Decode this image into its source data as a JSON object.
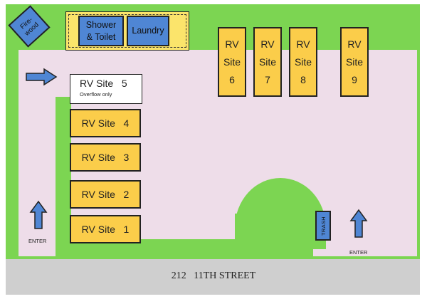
{
  "map": {
    "address": "212   11TH STREET",
    "firewood": {
      "line1": "Fire-",
      "line2": "wood"
    },
    "shower": {
      "line1": "Shower",
      "line2": "& Toilet"
    },
    "laundry": "Laundry",
    "trash": "TRASH",
    "enter_left": "ENTER",
    "enter_right": "ENTER",
    "colors": {
      "grass": "#7cd552",
      "lot": "#eedde9",
      "site": "#fbcd4a",
      "building": "#4f86d4",
      "street": "#cfcfcf"
    }
  },
  "rv_sites_left": [
    {
      "label": "RV Site   5",
      "note": "Overflow only"
    },
    {
      "label": "RV Site   4"
    },
    {
      "label": "RV Site   3"
    },
    {
      "label": "RV Site   2"
    },
    {
      "label": "RV Site   1"
    }
  ],
  "rv_sites_top": [
    {
      "l1": "RV",
      "l2": "Site",
      "l3": "6"
    },
    {
      "l1": "RV",
      "l2": "Site",
      "l3": "7"
    },
    {
      "l1": "RV",
      "l2": "Site",
      "l3": "8"
    },
    {
      "l1": "RV",
      "l2": "Site",
      "l3": "9"
    }
  ]
}
